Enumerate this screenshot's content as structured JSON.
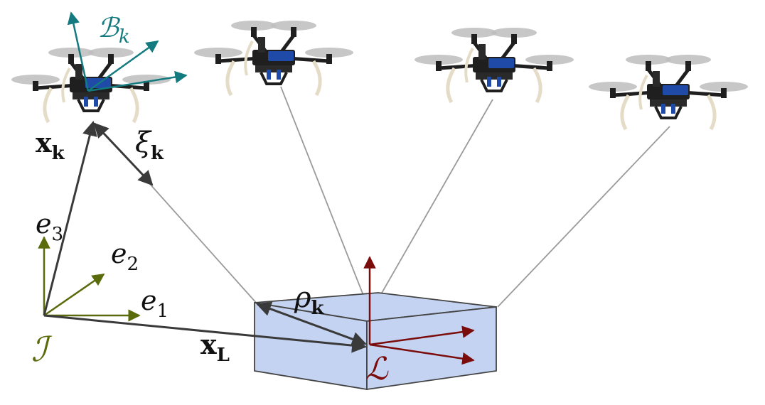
{
  "diagram": {
    "labels": {
      "body_frame": "ℬ",
      "body_frame_sub": "k",
      "x_k_main": "x",
      "x_k_sub": "k",
      "xi_k_main": "ξ",
      "xi_k_sub": "k",
      "e1_main": "e",
      "e1_sub": "1",
      "e2_main": "e",
      "e2_sub": "2",
      "e3_main": "e",
      "e3_sub": "3",
      "inertial_frame": "ℐ",
      "x_L_main": "x",
      "x_L_sub": "L",
      "rho_k_main": "ρ",
      "rho_k_sub": "k",
      "load_frame": "ℒ"
    },
    "colors": {
      "inertial": "#5a6b0c",
      "body": "#137a7f",
      "load": "#7a0c0c",
      "vector": "#3a3a3a",
      "cable": "#9a9a9a",
      "box_fill": "#c4d3f1",
      "box_edge": "#444444",
      "drone_frame": "#1f1f1f",
      "drone_payload": "#1f4aa8",
      "propeller": "#bdbdbd",
      "leg": "#e4dcc6"
    },
    "icons": [
      "quadrotor-icon",
      "payload-box-icon"
    ],
    "drone_count": 4
  }
}
